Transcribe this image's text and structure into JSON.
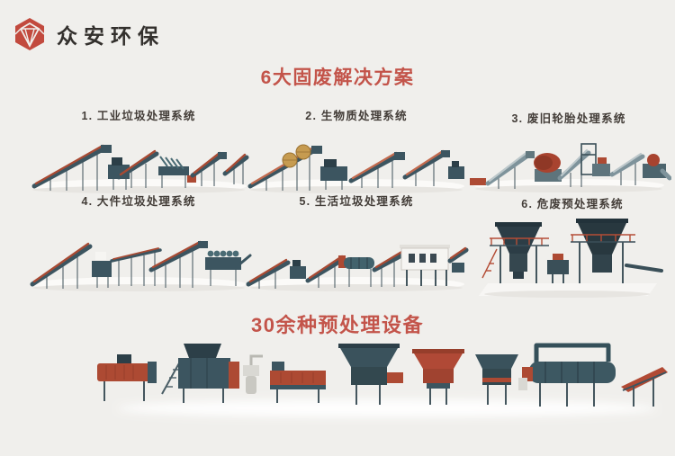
{
  "brand": {
    "name": "众安环保",
    "logo_icon": "gem-hexagon-icon",
    "logo_color": "#c24a3e"
  },
  "colors": {
    "background": "#f0efec",
    "accent_red": "#c3544a",
    "label_text": "#433d38",
    "brand_text": "#33302d",
    "machine_dark": "#3c5560",
    "machine_rust": "#ad4a33"
  },
  "sections": {
    "solutions": {
      "title": "6大固废解决方案",
      "items": [
        {
          "label": "1. 工业垃圾处理系统",
          "illustration": "industrial-waste-line"
        },
        {
          "label": "2. 生物质处理系统",
          "illustration": "biomass-line"
        },
        {
          "label": "3. 废旧轮胎处理系统",
          "illustration": "tire-recycling-line"
        },
        {
          "label": "4. 大件垃圾处理系统",
          "illustration": "bulky-waste-line"
        },
        {
          "label": "5. 生活垃圾处理系统",
          "illustration": "household-waste-line"
        },
        {
          "label": "6. 危废预处理系统",
          "illustration": "hazardous-waste-line"
        }
      ]
    },
    "equipment": {
      "title": "30余种预处理设备",
      "illustration": "pretreatment-equipment-row"
    }
  }
}
